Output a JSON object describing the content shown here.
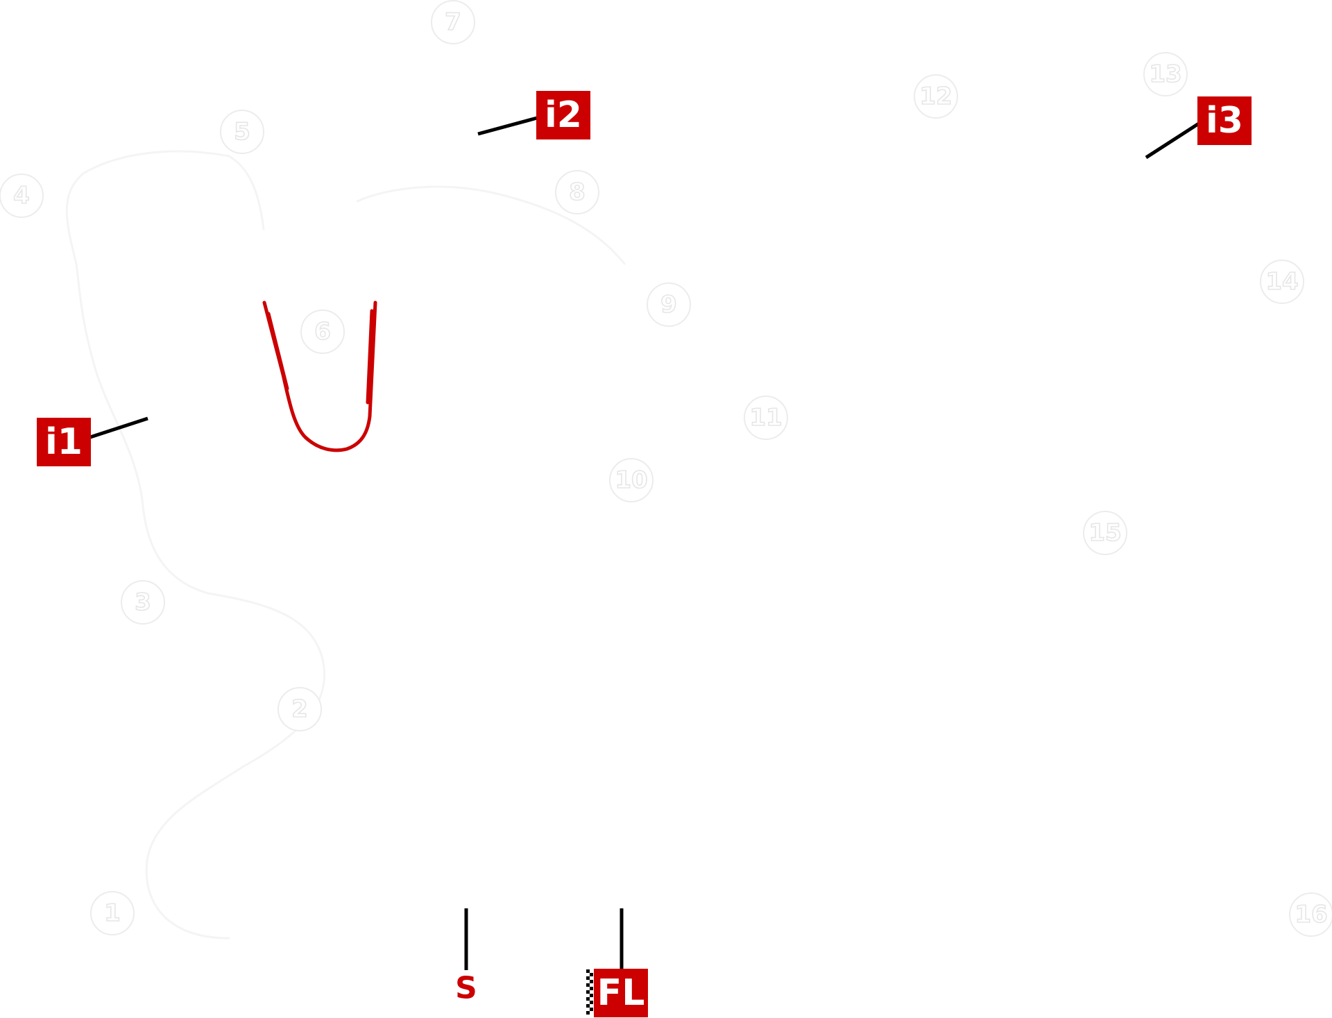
{
  "turns": [
    "1",
    "2",
    "3",
    "4",
    "5",
    "6",
    "7",
    "8",
    "9",
    "10",
    "11",
    "12",
    "13",
    "14",
    "15",
    "16"
  ],
  "intermediates": [
    "i1",
    "i2",
    "i3"
  ],
  "start_label": "S",
  "finish_line_label": "FL",
  "colors": {
    "accent": "#cc0000",
    "leader": "#000000",
    "turn_outline": "#e6e6e6",
    "background": "#ffffff"
  }
}
